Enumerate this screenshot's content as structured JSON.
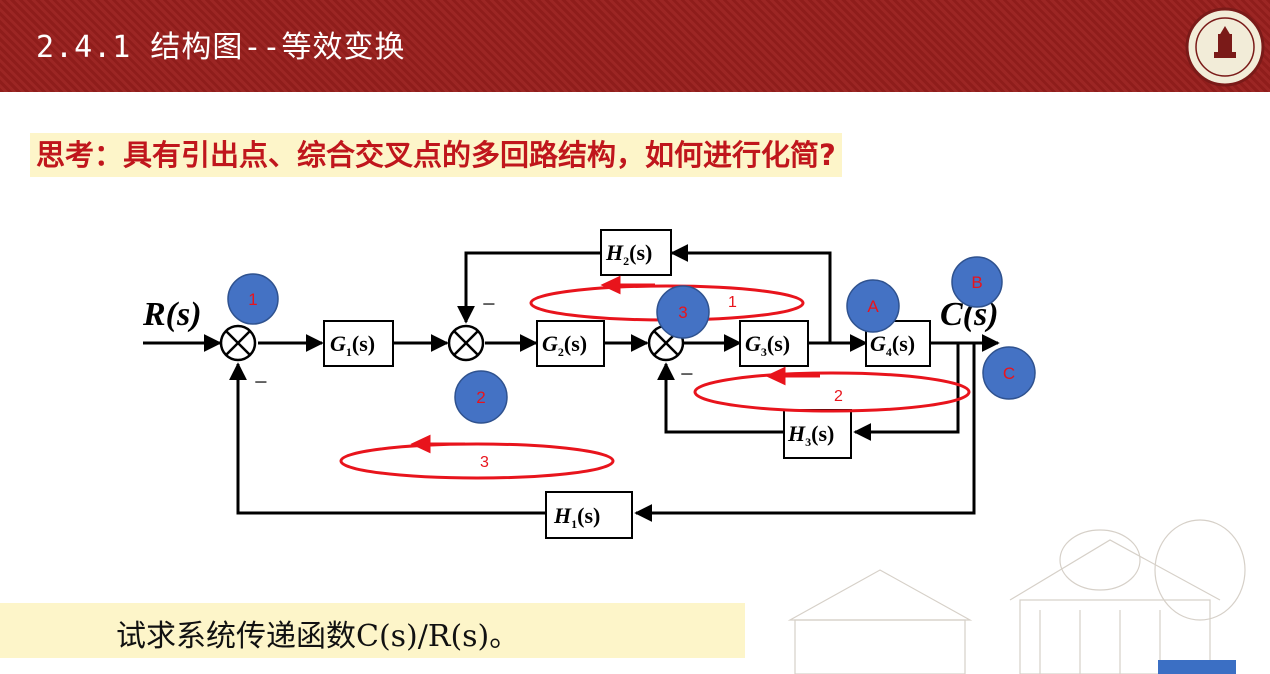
{
  "header": {
    "title": "2.4.1 结构图--等效变换"
  },
  "question": "思考：具有引出点、综合交叉点的多回路结构，如何进行化简?",
  "task": "试求系统传递函数C(s)/R(s)。",
  "diagram": {
    "input_label": "R(s)",
    "output_label": "C(s)",
    "minus": "−",
    "blocks": {
      "g1": {
        "main": "G",
        "sub": "1",
        "tail": "(s)"
      },
      "g2": {
        "main": "G",
        "sub": "2",
        "tail": "(s)"
      },
      "g3": {
        "main": "G",
        "sub": "3",
        "tail": "(s)"
      },
      "g4": {
        "main": "G",
        "sub": "4",
        "tail": "(s)"
      },
      "h1": {
        "main": "H",
        "sub": "1",
        "tail": "(s)"
      },
      "h2": {
        "main": "H",
        "sub": "2",
        "tail": "(s)"
      },
      "h3": {
        "main": "H",
        "sub": "3",
        "tail": "(s)"
      }
    },
    "markers": {
      "m1": "1",
      "m2": "2",
      "m3": "3",
      "A": "A",
      "B": "B",
      "C": "C"
    },
    "loops": {
      "l1": "1",
      "l2": "2",
      "l3": "3"
    }
  },
  "colors": {
    "header": "#9a2422",
    "marker": "#4472c4",
    "loop": "#e8141c",
    "highlight": "#fdf5c9"
  }
}
